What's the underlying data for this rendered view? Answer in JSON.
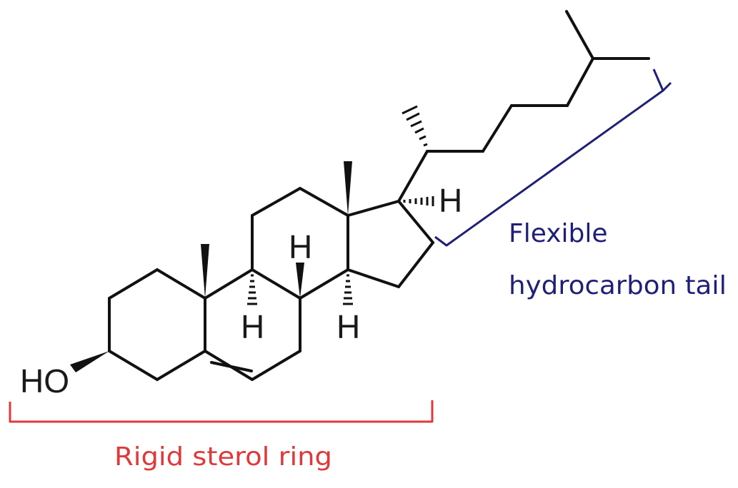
{
  "diagram": {
    "atom_labels": {
      "hydroxyl": "HO",
      "h_c17": "H",
      "h_c9": "H",
      "h_c8": "H",
      "h_c14": "H"
    },
    "annotations": {
      "tail_line1": "Flexible",
      "tail_line2": "hydrocarbon tail",
      "ring": "Rigid sterol ring"
    },
    "colors": {
      "bonds": "#111111",
      "tail_annotation": "#1f1f77",
      "ring_annotation": "#e0393c",
      "background": "#ffffff"
    }
  }
}
